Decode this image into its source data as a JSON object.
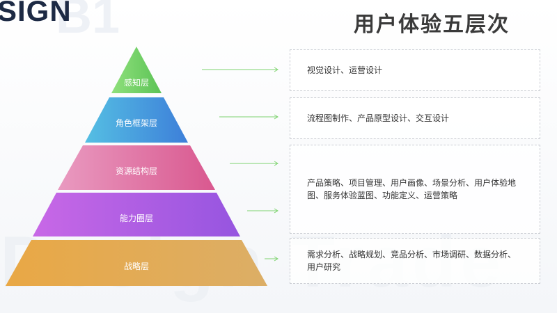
{
  "brand": {
    "text": "SIGN",
    "ghost": "B1"
  },
  "watermark": "Design Trade",
  "title": "用户体验五层次",
  "colors": {
    "layer1": [
      "#8fe07c",
      "#5cc356"
    ],
    "layer2": [
      "#55bfe3",
      "#3d7fd9"
    ],
    "layer3": [
      "#e77fb0",
      "#d9588f"
    ],
    "layer4": [
      "#c868e6",
      "#9655e0"
    ],
    "layer5": [
      "#f0b24b",
      "#dba855"
    ],
    "arrow": "#7dd36f"
  },
  "layers": [
    {
      "label": "感知层",
      "description": "视觉设计、运营设计"
    },
    {
      "label": "角色框架层",
      "description": "流程图制作、产品原型设计、交互设计"
    },
    {
      "label": "资源结构层",
      "description": "产品策略、项目管理、用户画像、场景分析、用户体验地图、服务体验蓝图、功能定义、运营策略"
    },
    {
      "label": "能力圈层",
      "description": ""
    },
    {
      "label": "战略层",
      "description": "需求分析、战略规划、竞品分析、市场调研、数据分析、用户研究"
    }
  ]
}
